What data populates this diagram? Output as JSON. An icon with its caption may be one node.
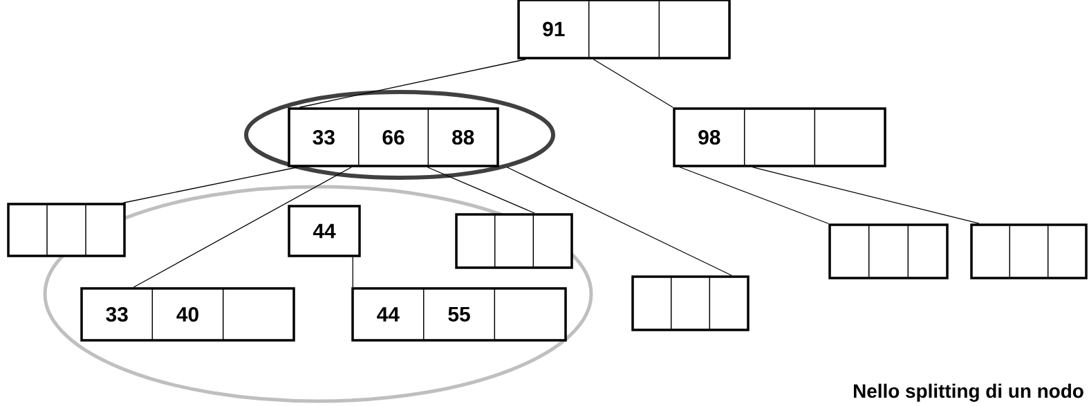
{
  "diagram": {
    "nodes": [
      {
        "text": [
          "91"
        ]
      },
      {
        "text": [
          "33",
          "66",
          "88"
        ]
      },
      {
        "text": [
          "98"
        ]
      },
      {
        "text": [],
        "shape": "box"
      },
      {
        "text": [
          "44"
        ]
      },
      {
        "text": [],
        "shape": "box"
      },
      {
        "text": [
          "33",
          "40"
        ]
      },
      {
        "text": [
          "44",
          "55"
        ]
      },
      {
        "text": [],
        "shape": "box"
      },
      {
        "text": [],
        "shape": "box"
      },
      {
        "text": [],
        "shape": "box"
      }
    ],
    "edges": [
      {
        "from": 0,
        "to": 1,
        "arrow": "none"
      },
      {
        "from": 0,
        "to": 2,
        "arrow": "none"
      },
      {
        "from": 1,
        "to": 3,
        "arrow": "none"
      },
      {
        "from": 1,
        "to": 6,
        "arrow": "none"
      },
      {
        "from": 1,
        "to": 5,
        "arrow": "none"
      },
      {
        "from": 1,
        "to": 8,
        "arrow": "none"
      },
      {
        "from": 4,
        "to": 7,
        "arrow": "none"
      },
      {
        "from": 2,
        "to": 9,
        "arrow": "none"
      },
      {
        "from": 2,
        "to": 10,
        "arrow": "none"
      }
    ],
    "labels": [
      "Nello splitting di un nodo"
    ]
  }
}
